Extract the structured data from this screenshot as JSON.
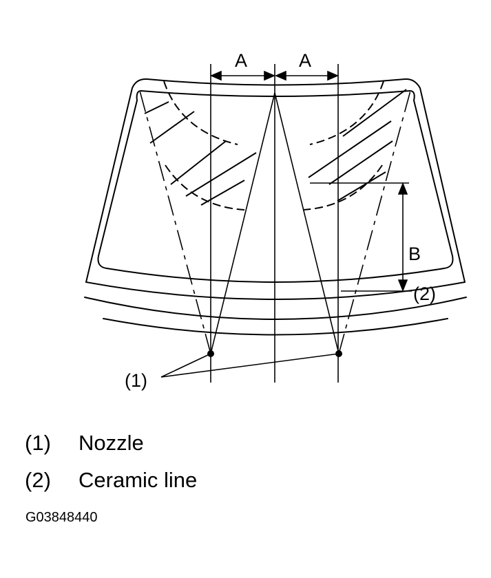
{
  "diagram": {
    "dimension_a_label": "A",
    "dimension_b_label": "B",
    "callout_1": "(1)",
    "callout_2": "(2)"
  },
  "legend": [
    {
      "number": "(1)",
      "text": "Nozzle"
    },
    {
      "number": "(2)",
      "text": "Ceramic line"
    }
  ],
  "figure_code": "G03848440"
}
